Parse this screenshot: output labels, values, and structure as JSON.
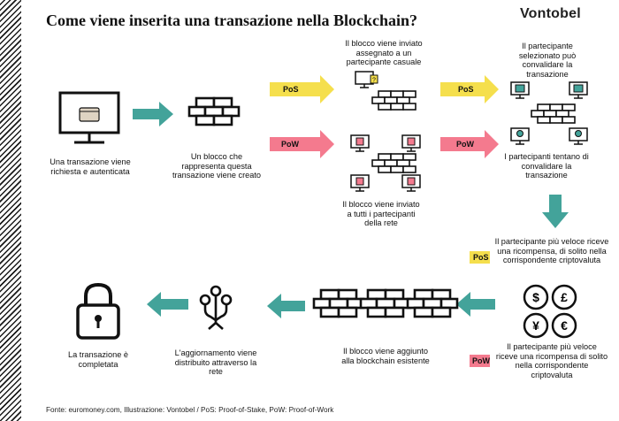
{
  "title": "Come viene inserita una transazione nella Blockchain?",
  "brand": "Vontobel",
  "colors": {
    "teal": "#43a39a",
    "yellow": "#f5df4d",
    "pink": "#f47a8e",
    "dark": "#111111",
    "wallet": "#ded3c2"
  },
  "steps": {
    "request": "Una transazione viene richiesta e autenticata",
    "block_created": "Un blocco che rappresenta questa transazione viene creato",
    "pos_sent": "Il blocco viene inviato assegnato a un partecipante casuale",
    "pow_sent": "Il blocco viene inviato a tutti i partecipanti della rete",
    "pos_validate": "Il partecipante selezionato può convalidare la transazione",
    "pow_validate": "I partecipanti tentano di convalidare la transazione",
    "pos_reward": "Il partecipante più veloce riceve una ricompensa, di solito nella corrispondente criptovaluta",
    "pow_reward": "Il partecipante più veloce riceve una ricompensa di solito nella corrispondente criptovaluta",
    "added": "Il blocco viene aggiunto alla blockchain esistente",
    "distributed": "L'aggiornamento viene distribuito attraverso la rete",
    "completed": "La transazione è completata"
  },
  "tags": {
    "pos": "PoS",
    "pow": "PoW"
  },
  "currency_symbols": [
    "$",
    "£",
    "¥",
    "€"
  ],
  "footer": "Fonte: euromoney.com, Illustrazione: Vontobel / PoS: Proof-of-Stake, PoW: Proof-of-Work"
}
